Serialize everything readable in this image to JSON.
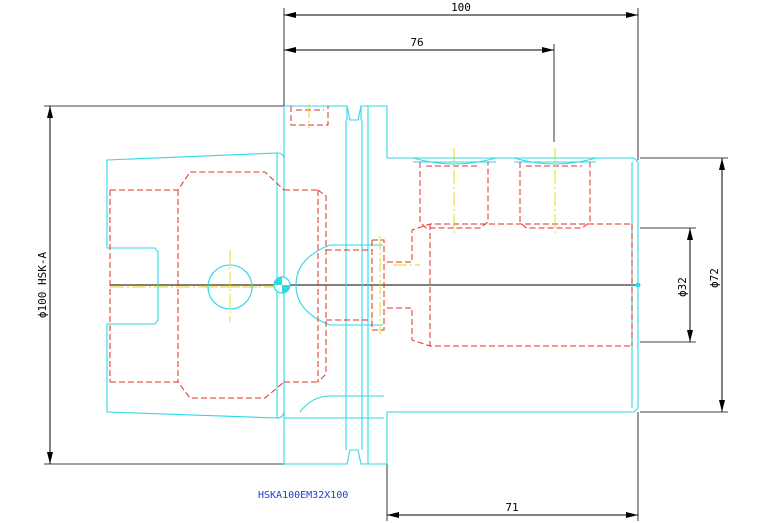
{
  "drawing": {
    "dimensions": {
      "overall_length": "100",
      "flange_to_hole": "76",
      "shank_diameter": "ϕ100 HSK-A",
      "bore_diameter": "ϕ32",
      "body_diameter": "ϕ72",
      "body_length": "71"
    },
    "part_number": "HSKA100EM32X100",
    "colors": {
      "outline": "#2fd8e6",
      "hidden": "#e0302a",
      "center": "#e8d800",
      "dimension": "#000000",
      "label": "#1a3fd6"
    }
  }
}
